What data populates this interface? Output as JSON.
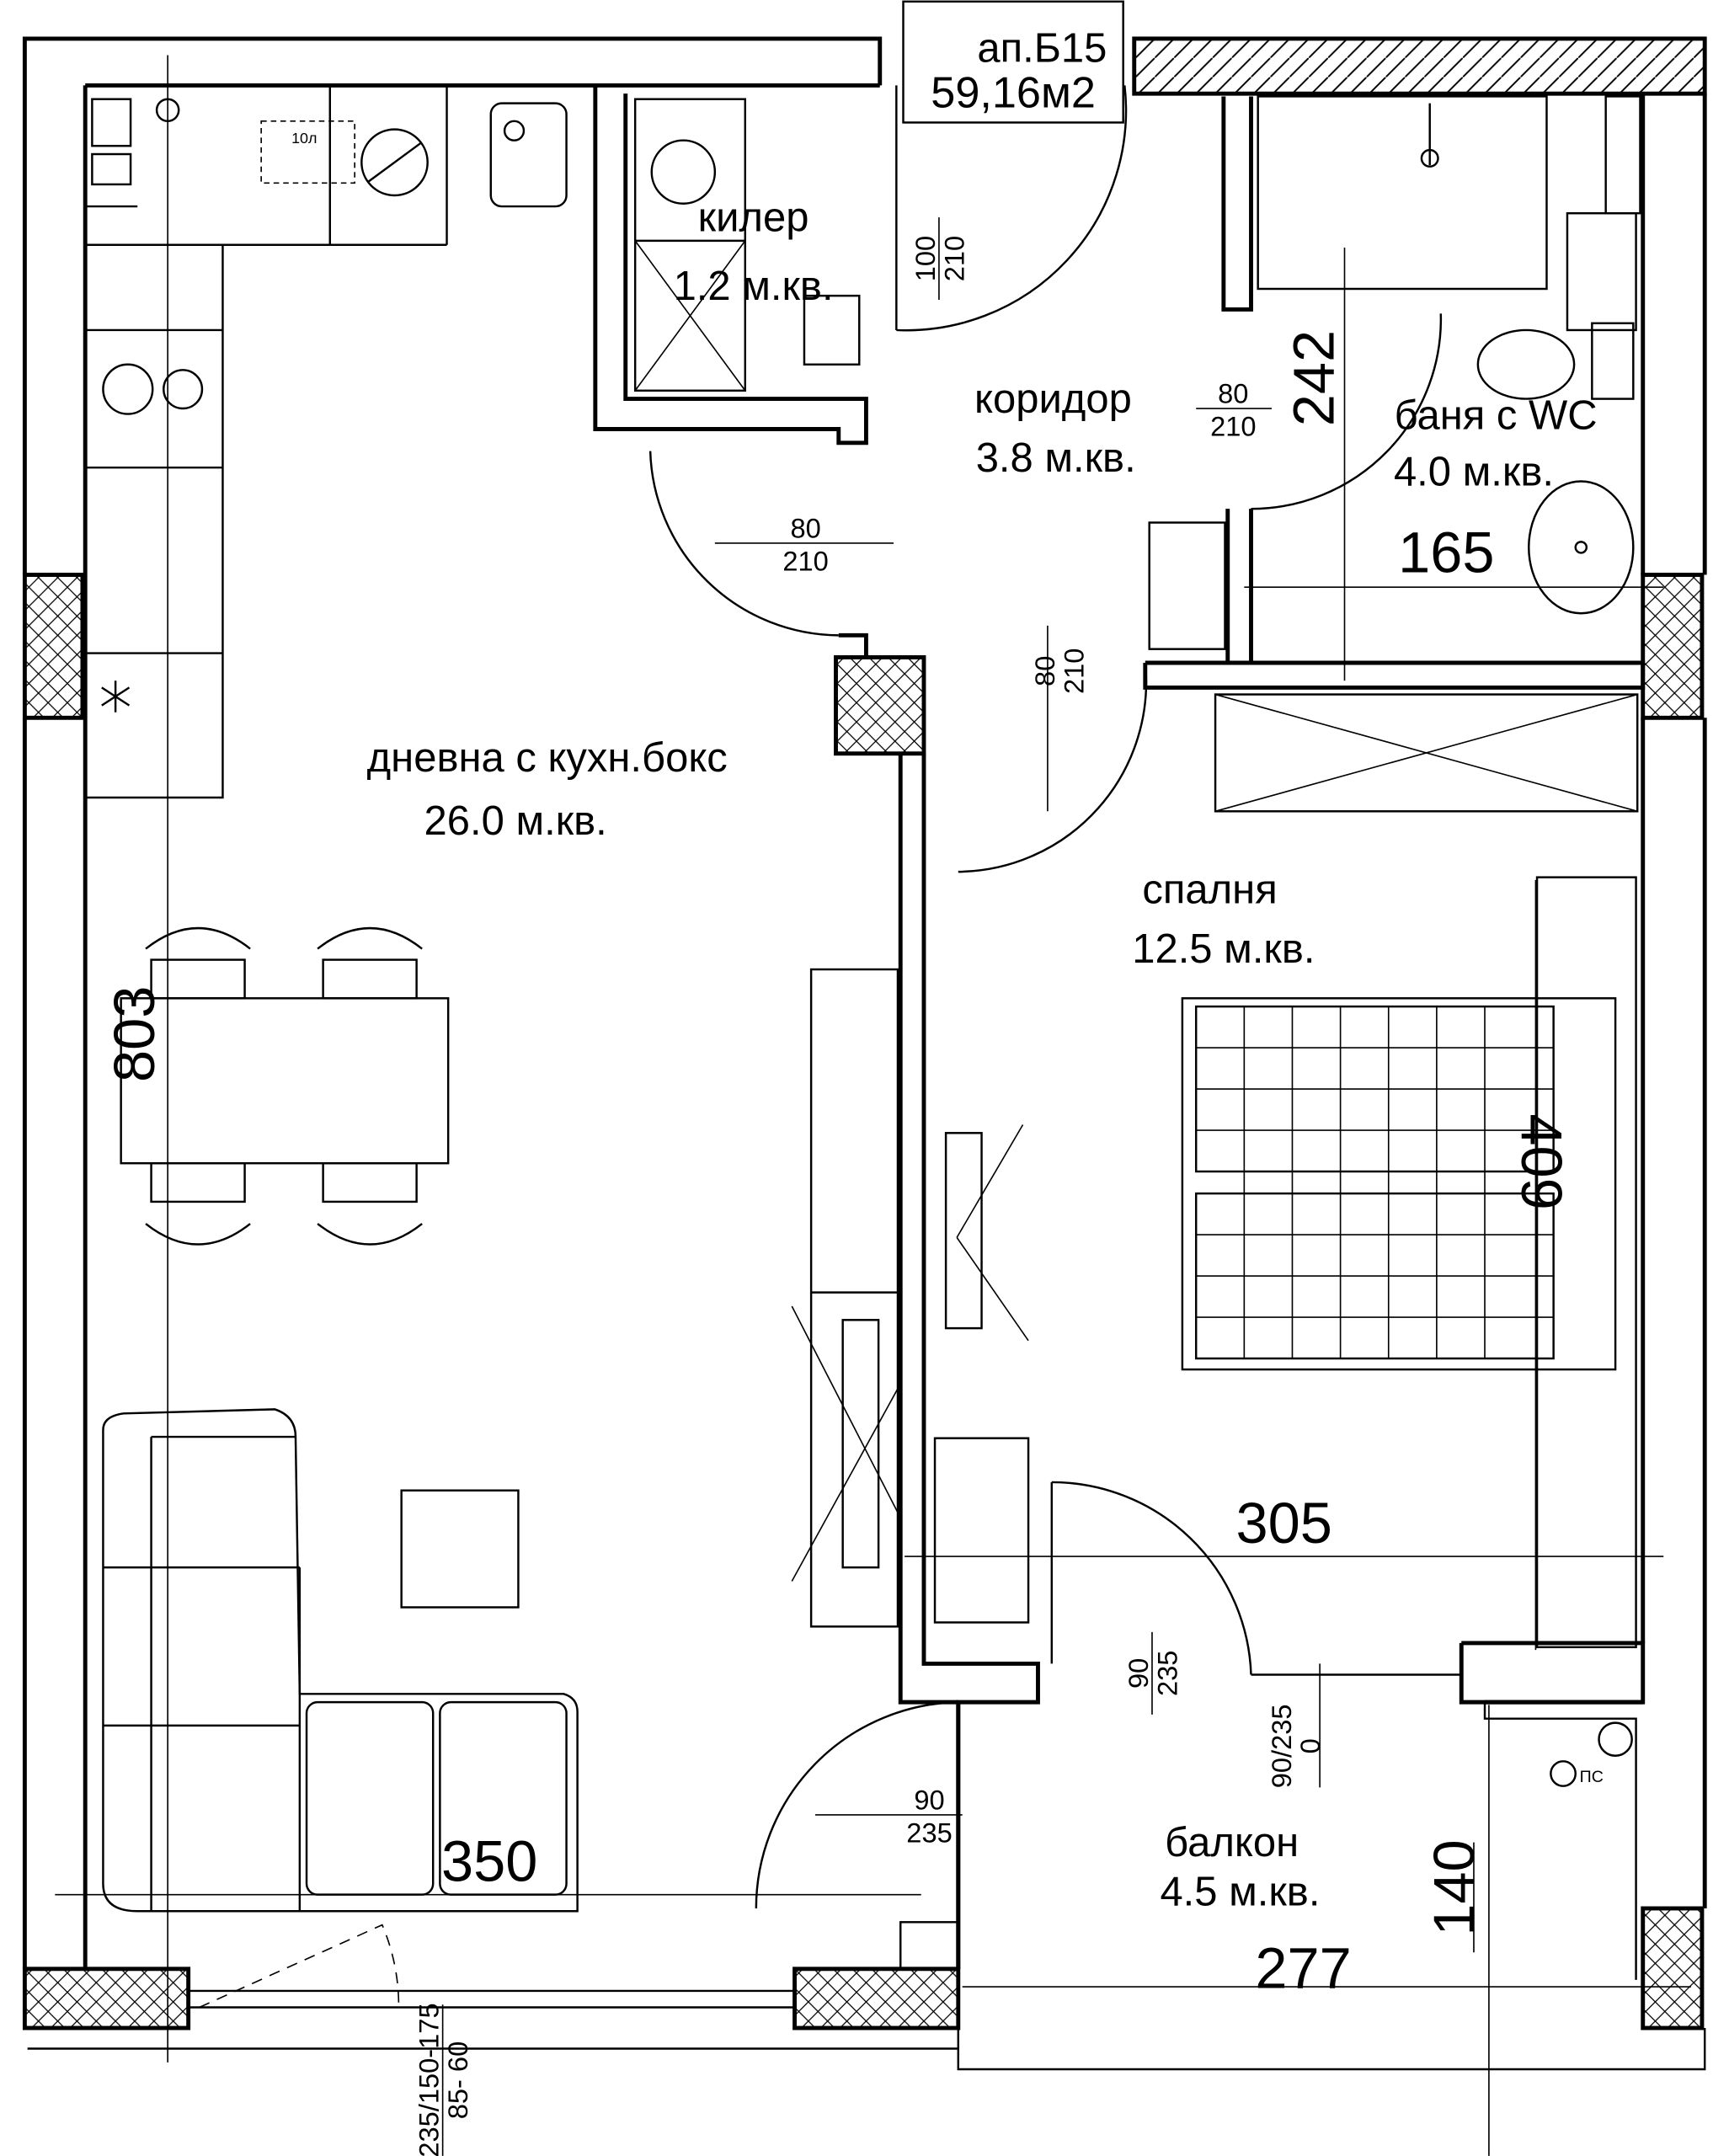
{
  "plan": {
    "apartment_id": "ап.Б15",
    "apartment_area": "59,16м2"
  },
  "rooms": {
    "pantry": {
      "name": "килер",
      "area": "1.2 м.кв."
    },
    "corridor": {
      "name": "коридор",
      "area": "3.8 м.кв."
    },
    "bathroom": {
      "name": "баня с WC",
      "area": "4.0 м.кв."
    },
    "living": {
      "name": "дневна с кухн.бокс",
      "area": "26.0 м.кв."
    },
    "bedroom": {
      "name": "спалня",
      "area": "12.5 м.кв."
    },
    "balcony": {
      "name": "балкон",
      "area": "4.5 м.кв."
    }
  },
  "dimensions": {
    "bath_width": "165",
    "bath_length": "242",
    "living_length": "803",
    "living_width": "350",
    "bedroom_length": "409",
    "bedroom_width": "305",
    "balcony_depth": "140",
    "balcony_width": "277"
  },
  "doors": {
    "entrance": {
      "w": "100",
      "h": "210"
    },
    "bathroom": {
      "w": "80",
      "h": "210"
    },
    "living": {
      "w": "80",
      "h": "210"
    },
    "bedroom": {
      "w": "80",
      "h": "210"
    },
    "bedroom_balcony": {
      "w": "90",
      "h": "235"
    },
    "balcony_window": {
      "top": "90/235",
      "bottom": "0"
    },
    "living_balcony": {
      "w": "90",
      "h": "235"
    },
    "living_window": {
      "top": "235/150-175",
      "bottom": "85- 60"
    }
  },
  "symbols": {
    "shaft_label": "ПС",
    "sink_label": "10л"
  }
}
